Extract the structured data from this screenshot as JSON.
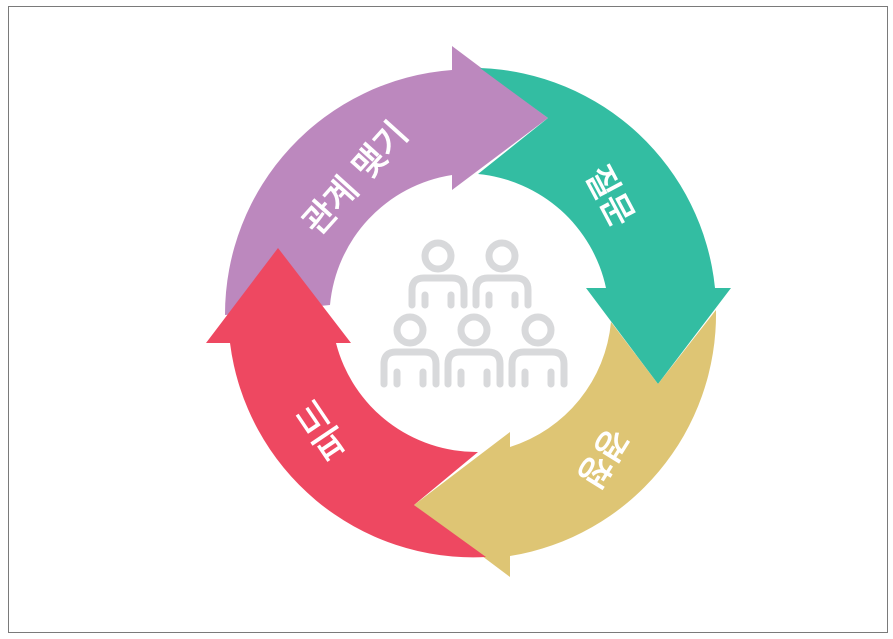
{
  "diagram": {
    "segments": [
      {
        "id": "relationship",
        "label": "관계 맺기",
        "color": "#BC88BE"
      },
      {
        "id": "question",
        "label": "질문",
        "color": "#33BDA2"
      },
      {
        "id": "listening",
        "label": "경청",
        "color": "#DEC574"
      },
      {
        "id": "feedback",
        "label": "피드",
        "color": "#EE4861"
      }
    ],
    "center_icon": {
      "name": "people-group-icon",
      "color": "#D8D9DB"
    }
  }
}
